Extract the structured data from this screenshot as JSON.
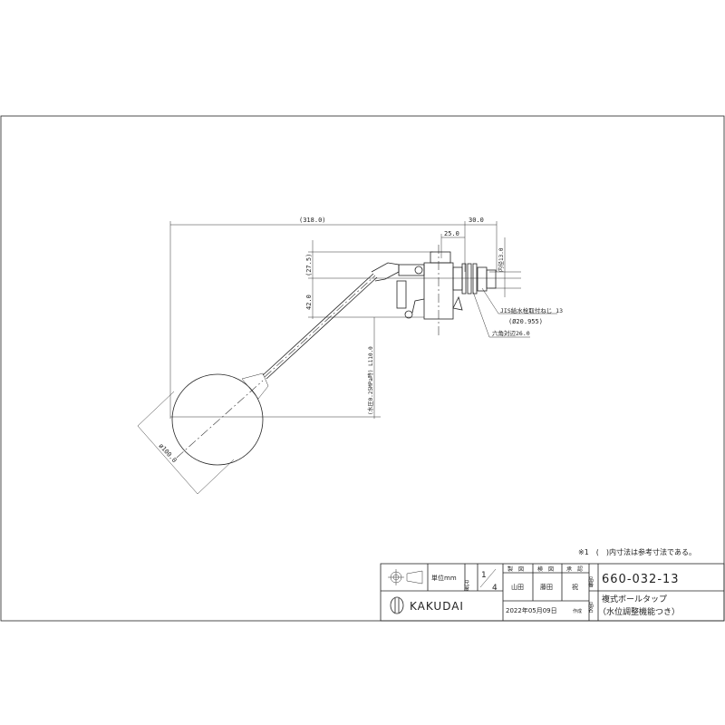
{
  "drawing": {
    "dimensions": {
      "overall_length": "(318.0)",
      "connection_length": "30.0",
      "body_offset": "25.0",
      "upper_height": "(27.5)",
      "lower_height": "42.0",
      "float_drop": "(水圧0.25MPa時) L110.0",
      "inner_diameter": "内径13.0",
      "thread": "JIS給水栓取付ねじ 13",
      "thread_diameter": "(Ø20.955)",
      "hex": "六角対辺26.0",
      "ball_diameter": "ø100.0"
    },
    "note": "※1　(　)内寸法は参考寸法である。"
  },
  "title_block": {
    "unit_label": "単位mm",
    "scale_label": "尺度",
    "scale_num": "1",
    "scale_den": "4",
    "brand": "KAKUDAI",
    "headers": [
      "製　図",
      "検　図",
      "承　認"
    ],
    "names": [
      "山田",
      "藤田",
      "祝"
    ],
    "date": "2022年05月09日",
    "date_suffix": "作成",
    "part_no_label": "品番",
    "part_no": "660-032-13",
    "part_name_label": "品名",
    "part_name_line1": "複式ボールタップ",
    "part_name_line2": "（水位調整機能つき）"
  }
}
